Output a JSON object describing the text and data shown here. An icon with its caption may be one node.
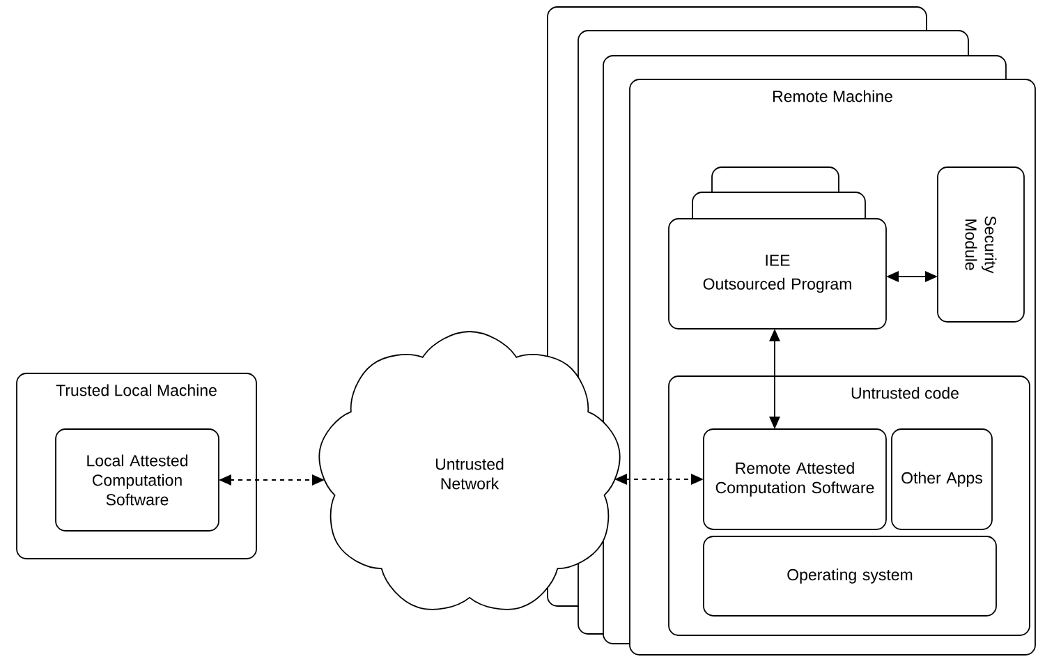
{
  "diagram": {
    "nodes": [
      {
        "text": [
          "Trusted Local Machine"
        ]
      },
      {
        "text": [
          "Local Attested Computation Software"
        ],
        "in": 0
      },
      {
        "text": [
          "Untrusted Network"
        ]
      },
      {
        "text": [
          "Remote Machine"
        ]
      },
      {
        "text": [
          "IEE",
          "Outsourced Program"
        ],
        "in": 3
      },
      {
        "text": [
          "Security Module"
        ],
        "in": 3
      },
      {
        "text": [
          "Untrusted code"
        ],
        "in": 3
      },
      {
        "text": [
          "Remote Attested Computation Software"
        ],
        "in": 6
      },
      {
        "text": [
          "Other Apps"
        ],
        "in": 6
      },
      {
        "text": [
          "Operating system"
        ],
        "in": 6
      }
    ],
    "edges": [
      {
        "from": 1,
        "to": 2,
        "arrow": "both",
        "style": "dashed"
      },
      {
        "from": 2,
        "to": 7,
        "arrow": "both",
        "style": "dashed"
      },
      {
        "from": 4,
        "to": 5,
        "arrow": "both"
      },
      {
        "from": 4,
        "to": 7,
        "arrow": "both"
      }
    ]
  }
}
